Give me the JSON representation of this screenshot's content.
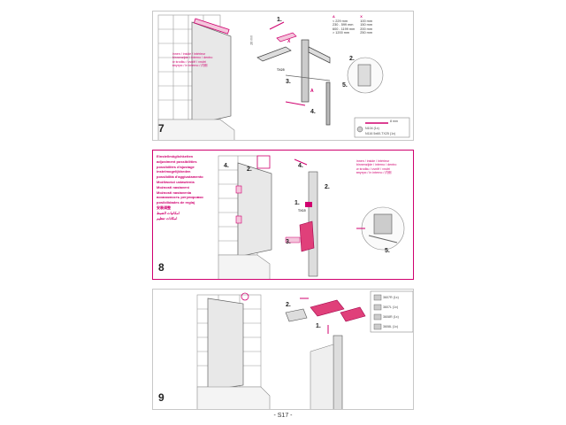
{
  "page": {
    "footer": "- S17 -"
  },
  "panel7": {
    "step": "7",
    "inside_labels": [
      "innen / inside / intérieur",
      "binnenzijde / interno / dentro",
      "w środku / uvnitř / vnútri",
      "внутри / In interno / 内侧"
    ],
    "labels": {
      "l1": "1.",
      "l2": "2.",
      "l3": "3.",
      "l4": "4.",
      "l5": "5.",
      "tx25": "TX25",
      "dim": "20 mm",
      "x": "X",
      "a": "A"
    },
    "spec_headers": [
      "A",
      "X"
    ],
    "spec_rows": [
      [
        "< 229 mm",
        "100 mm"
      ],
      [
        "230 - 599 mm",
        "150 mm"
      ],
      [
        "600 - 1199 mm",
        "200 mm"
      ],
      [
        "> 1200 mm",
        "250 mm"
      ]
    ],
    "parts": {
      "p1": "8 mm",
      "p2": "N104 (1x)",
      "p3": "N116 5x60-TX25 (1x)"
    }
  },
  "panel8": {
    "step": "8",
    "adjust_labels": [
      "Einstellmöglichkeiten",
      "adjustment possibilities",
      "possibilités d'ajustage",
      "instelmogelijkheden",
      "possibilità d'aggiustamento",
      "Możliwości ustawienia",
      "Možnosti nastavení",
      "Možnosti nastavenia",
      "возможность регулировки",
      "posibilidades de reglaj",
      "安装调整",
      "امكانيات الضبط",
      "امكانات تنظيم"
    ],
    "inside_labels": [
      "innen / inside / intérieur",
      "binnenzijde / interno / dentro",
      "w środku / uvnitř / vnútri",
      "внутри / In interno / 内侧"
    ],
    "labels": {
      "l1": "1.",
      "l2": "2.",
      "l3": "3.",
      "l4": "4.",
      "l5": "5.",
      "tx15": "TX15",
      "l4b": "4.",
      "l2b": "2."
    }
  },
  "panel9": {
    "step": "9",
    "labels": {
      "l1": "1.",
      "l2": "2."
    },
    "parts": [
      "3607R (1x)",
      "3607L (1x)",
      "3608R (1x)",
      "3608L (1x)"
    ]
  }
}
